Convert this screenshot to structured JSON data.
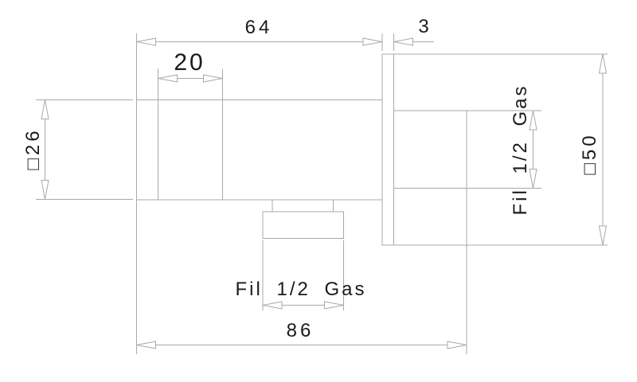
{
  "drawing": {
    "type": "technical-dimension-drawing",
    "colors": {
      "background": "#ffffff",
      "line": "#a9a9a9",
      "text": "#1b1b1b"
    },
    "labels": {
      "body_length": "64",
      "plate_thickness": "3",
      "knurl_width": "20",
      "body_square": "□26",
      "plate_square": "□50",
      "inlet_thread": "Fil 1/2 Gas",
      "outlet_thread": "Fil 1/2 Gas",
      "overall_length": "86"
    }
  }
}
